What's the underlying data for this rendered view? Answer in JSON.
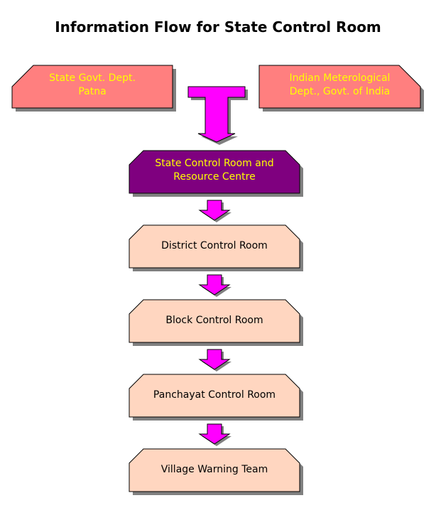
{
  "title": "Information Flow for State Control Room",
  "colors": {
    "source_fill": "#FF7F7F",
    "source_text": "#FFFF00",
    "hub_fill": "#7F007F",
    "hub_text": "#FFFF00",
    "level_fill": "#FFD6C0",
    "level_text": "#000000",
    "arrow_fill": "#FF00FF",
    "shadow": "#808080"
  },
  "sources": [
    {
      "id": "state-govt",
      "lines": [
        "State Govt. Dept.",
        "Patna"
      ]
    },
    {
      "id": "imd",
      "lines": [
        "Indian Meterological",
        "Dept., Govt. of India"
      ]
    }
  ],
  "hub": {
    "lines": [
      "State Control Room and",
      "Resource Centre"
    ]
  },
  "levels": [
    {
      "label": "District Control Room"
    },
    {
      "label": "Block Control Room"
    },
    {
      "label": "Panchayat Control Room"
    },
    {
      "label": "Village Warning Team"
    }
  ],
  "arrows": [
    {
      "from": "sources",
      "to": "hub",
      "icon": "merge-down-arrow"
    },
    {
      "from": "hub",
      "to": "District Control Room",
      "icon": "down-arrow"
    },
    {
      "from": "District Control Room",
      "to": "Block Control Room",
      "icon": "down-arrow"
    },
    {
      "from": "Block Control Room",
      "to": "Panchayat Control Room",
      "icon": "down-arrow"
    },
    {
      "from": "Panchayat Control Room",
      "to": "Village Warning Team",
      "icon": "down-arrow"
    }
  ]
}
